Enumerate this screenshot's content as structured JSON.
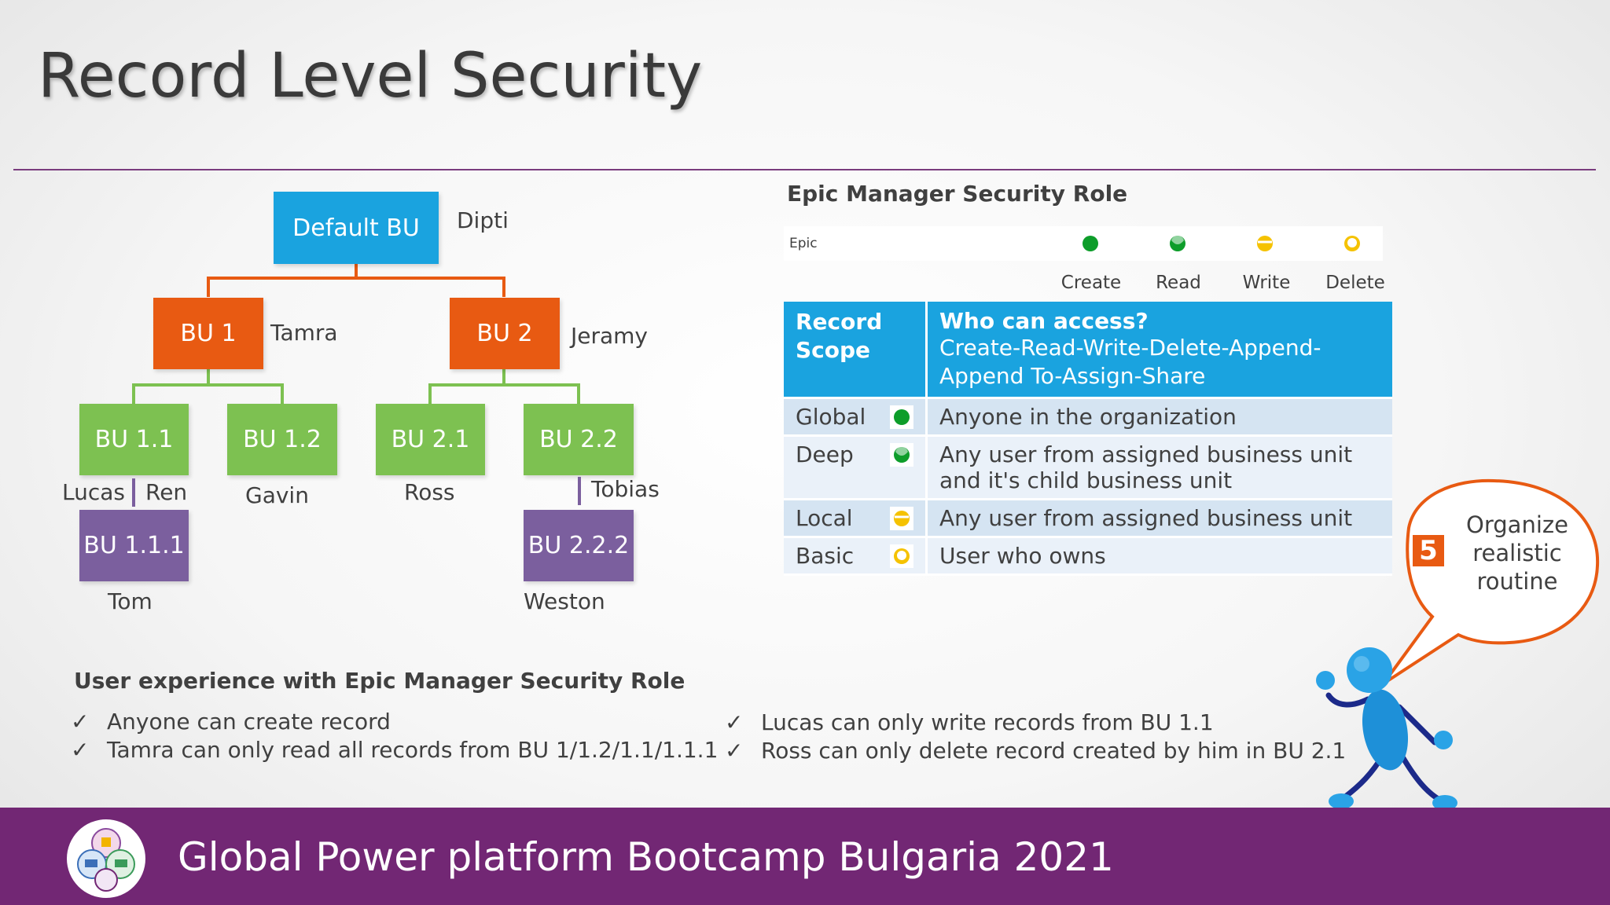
{
  "slide": {
    "title": "Record Level Security"
  },
  "org_tree": {
    "root": {
      "label": "Default BU",
      "owner": "Dipti"
    },
    "level1": [
      {
        "label": "BU 1",
        "owner": "Tamra"
      },
      {
        "label": "BU 2",
        "owner": "Jeramy"
      }
    ],
    "level2": [
      {
        "label": "BU 1.1",
        "owner_left": "Lucas",
        "owner_right": "Ren"
      },
      {
        "label": "BU 1.2",
        "owner": "Gavin"
      },
      {
        "label": "BU 2.1",
        "owner": "Ross"
      },
      {
        "label": "BU 2.2",
        "owner": "Tobias"
      }
    ],
    "level3": [
      {
        "label": "BU 1.1.1",
        "owner": "Tom"
      },
      {
        "label": "BU 2.2.2",
        "owner": "Weston"
      }
    ],
    "colors": {
      "root": "#1aa3df",
      "level1": "#e85a12",
      "level2": "#7dc151",
      "level3": "#7b5f9e"
    }
  },
  "security_role": {
    "title": "Epic Manager Security Role",
    "entity": "Epic",
    "privileges": [
      {
        "label": "Create",
        "scope": "global"
      },
      {
        "label": "Read",
        "scope": "deep"
      },
      {
        "label": "Write",
        "scope": "local"
      },
      {
        "label": "Delete",
        "scope": "basic"
      }
    ]
  },
  "scope_table": {
    "header_scope": "Record Scope",
    "header_access_title": "Who can access?",
    "header_access_sub": "Create-Read-Write-Delete-Append-Append To-Assign-Share",
    "rows": [
      {
        "scope": "Global",
        "icon": "global",
        "access": "Anyone in the organization"
      },
      {
        "scope": "Deep",
        "icon": "deep",
        "access": "Any user from assigned business unit and it's child business unit"
      },
      {
        "scope": "Local",
        "icon": "local",
        "access": "Any user from assigned business unit"
      },
      {
        "scope": "Basic",
        "icon": "basic",
        "access": "User who owns"
      }
    ]
  },
  "user_experience": {
    "title": "User experience with Epic Manager Security Role",
    "check": "✓",
    "left_items": [
      "Anyone can create record",
      "Tamra can only read all records from BU 1/1.2/1.1/1.1.1"
    ],
    "right_items": [
      "Lucas can only write records from BU 1.1",
      "Ross can only delete record created by him in BU 2.1"
    ]
  },
  "callout": {
    "badge": "5",
    "text": "Organize realistic routine"
  },
  "footer": {
    "text": "Global Power platform Bootcamp Bulgaria 2021"
  }
}
